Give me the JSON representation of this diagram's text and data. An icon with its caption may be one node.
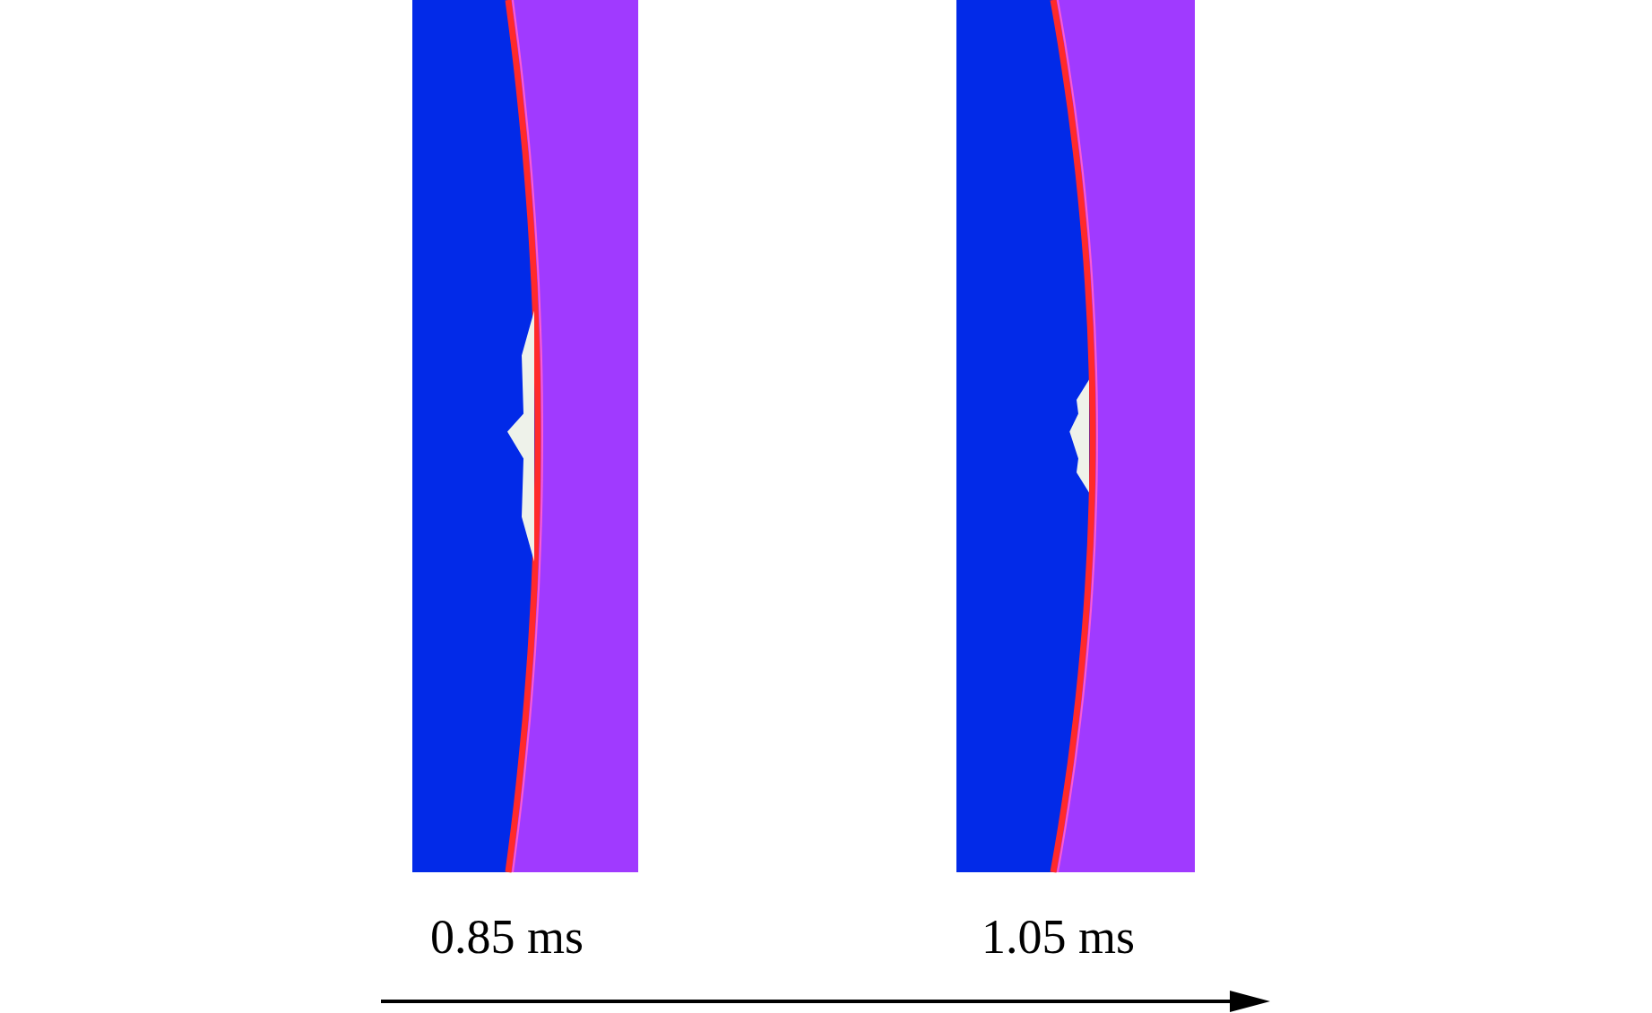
{
  "diagram": {
    "nodes": [
      {
        "text": [],
        "shape": "picture",
        "beside": [
          "0.85 ms"
        ]
      },
      {
        "text": [],
        "shape": "picture",
        "beside": [
          "1.05 ms"
        ]
      }
    ]
  }
}
